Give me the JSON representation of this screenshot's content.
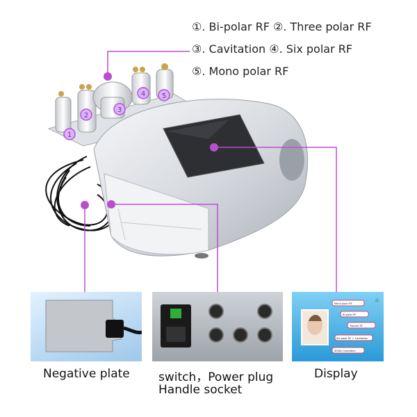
{
  "legend": {
    "line1": "①. Bi-polar RF ②. Three polar RF",
    "line2": "③. Cavitation   ④. Six polar RF",
    "line3": "⑤. Mono polar RF"
  },
  "markers": [
    "1",
    "2",
    "3",
    "4",
    "5"
  ],
  "captions": {
    "negative_plate": "Negative plate",
    "switch_line1": "switch，Power plug",
    "switch_line2": "Handle socket",
    "display": "Display"
  },
  "screen_menu": [
    "Mono polar RF",
    "Bi-polar RF",
    "Tripolar RF",
    "Six polar RF + Cavitation",
    "40kHz Cavitation"
  ],
  "colors": {
    "accent": "#b94fcf",
    "marker_fill": "#d9b3ff",
    "screen_bg": "#4fb3e0"
  }
}
